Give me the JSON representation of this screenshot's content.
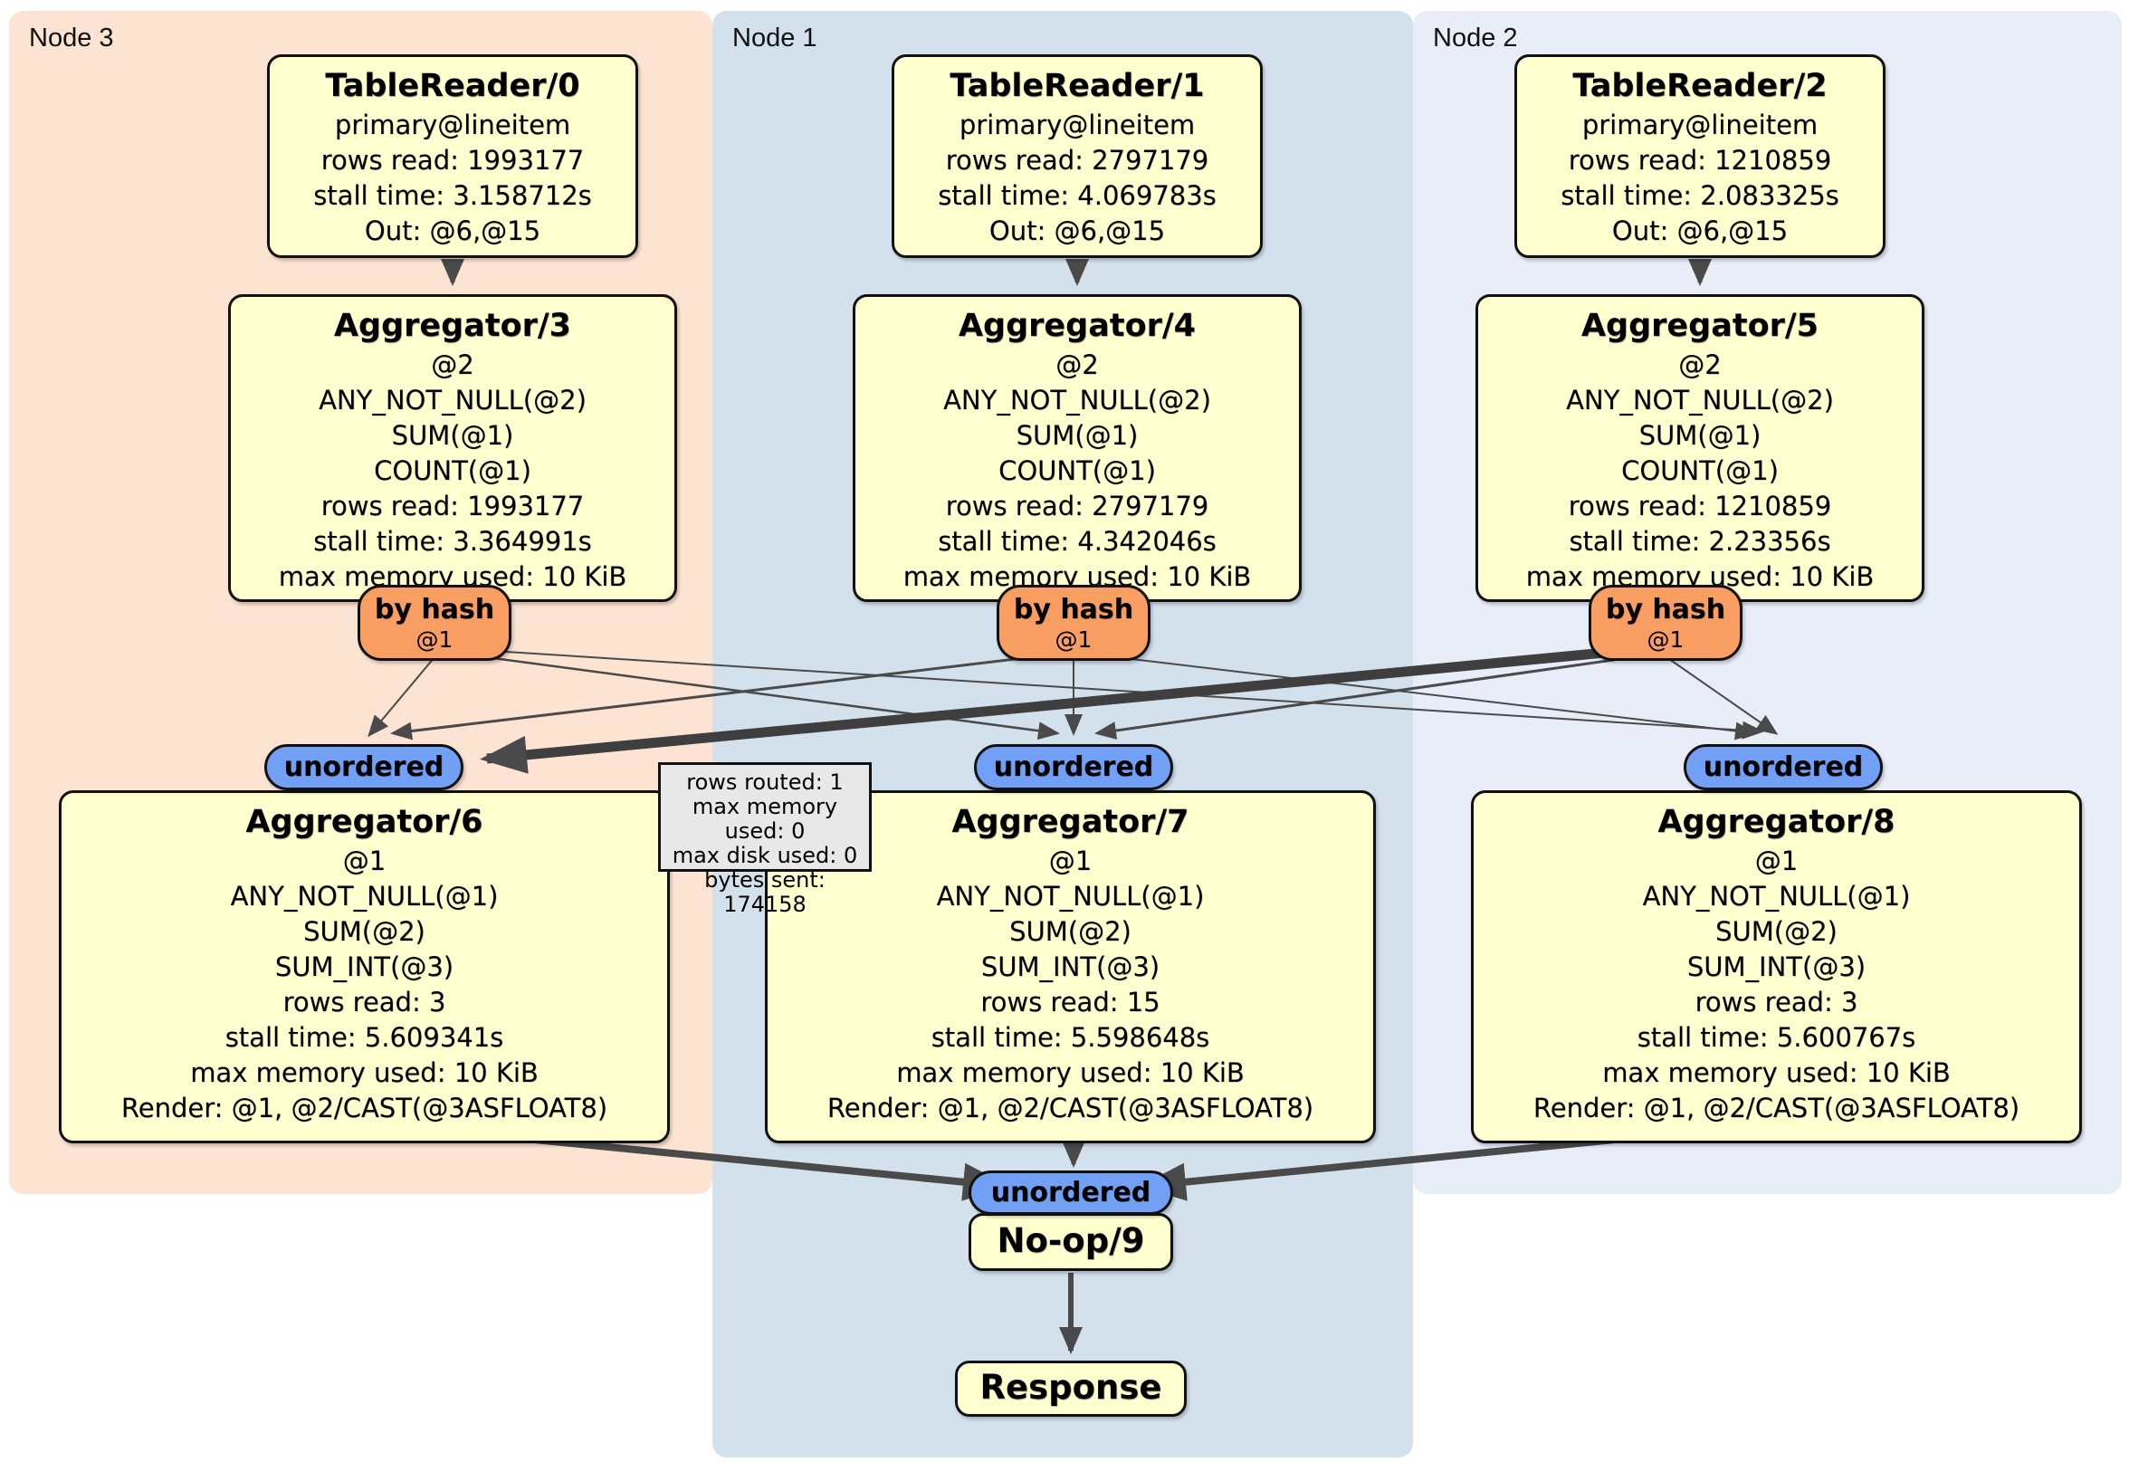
{
  "panels": [
    {
      "label": "Node 3"
    },
    {
      "label": "Node 1"
    },
    {
      "label": "Node 2"
    }
  ],
  "processors": {
    "tr0": {
      "title": "TableReader/0",
      "lines": [
        "primary@lineitem",
        "rows read: 1993177",
        "stall time: 3.158712s",
        "Out: @6,@15"
      ]
    },
    "tr1": {
      "title": "TableReader/1",
      "lines": [
        "primary@lineitem",
        "rows read: 2797179",
        "stall time: 4.069783s",
        "Out: @6,@15"
      ]
    },
    "tr2": {
      "title": "TableReader/2",
      "lines": [
        "primary@lineitem",
        "rows read: 1210859",
        "stall time: 2.083325s",
        "Out: @6,@15"
      ]
    },
    "agg3": {
      "title": "Aggregator/3",
      "lines": [
        "@2",
        "ANY_NOT_NULL(@2)",
        "SUM(@1)",
        "COUNT(@1)",
        "rows read: 1993177",
        "stall time: 3.364991s",
        "max memory used: 10 KiB"
      ]
    },
    "agg4": {
      "title": "Aggregator/4",
      "lines": [
        "@2",
        "ANY_NOT_NULL(@2)",
        "SUM(@1)",
        "COUNT(@1)",
        "rows read: 2797179",
        "stall time: 4.342046s",
        "max memory used: 10 KiB"
      ]
    },
    "agg5": {
      "title": "Aggregator/5",
      "lines": [
        "@2",
        "ANY_NOT_NULL(@2)",
        "SUM(@1)",
        "COUNT(@1)",
        "rows read: 1210859",
        "stall time: 2.23356s",
        "max memory used: 10 KiB"
      ]
    },
    "agg6": {
      "title": "Aggregator/6",
      "lines": [
        "@1",
        "ANY_NOT_NULL(@1)",
        "SUM(@2)",
        "SUM_INT(@3)",
        "rows read: 3",
        "stall time: 5.609341s",
        "max memory used: 10 KiB",
        "Render: @1, @2/CAST(@3ASFLOAT8)"
      ]
    },
    "agg7": {
      "title": "Aggregator/7",
      "lines": [
        "@1",
        "ANY_NOT_NULL(@1)",
        "SUM(@2)",
        "SUM_INT(@3)",
        "rows read: 15",
        "stall time: 5.598648s",
        "max memory used: 10 KiB",
        "Render: @1, @2/CAST(@3ASFLOAT8)"
      ]
    },
    "agg8": {
      "title": "Aggregator/8",
      "lines": [
        "@1",
        "ANY_NOT_NULL(@1)",
        "SUM(@2)",
        "SUM_INT(@3)",
        "rows read: 3",
        "stall time: 5.600767s",
        "max memory used: 10 KiB",
        "Render: @1, @2/CAST(@3ASFLOAT8)"
      ]
    },
    "noop": {
      "title": "No-op/9"
    },
    "response": {
      "title": "Response"
    }
  },
  "router": {
    "label": "by hash",
    "detail": "@1"
  },
  "sync": {
    "label": "unordered"
  },
  "tooltip": {
    "lines": [
      "rows routed: 1",
      "max memory used: 0",
      "max disk used: 0",
      "bytes sent: 174158"
    ]
  },
  "colors": {
    "panel_node3": "#fde3d1",
    "panel_node1": "#d3e1ed",
    "panel_node2": "#e8edf8",
    "box_fill": "#ffffcf",
    "router_fill": "#f89e63",
    "sync_fill": "#71a0f5",
    "tooltip_fill": "#e8e8e8",
    "edge": "#4a4a4a"
  }
}
